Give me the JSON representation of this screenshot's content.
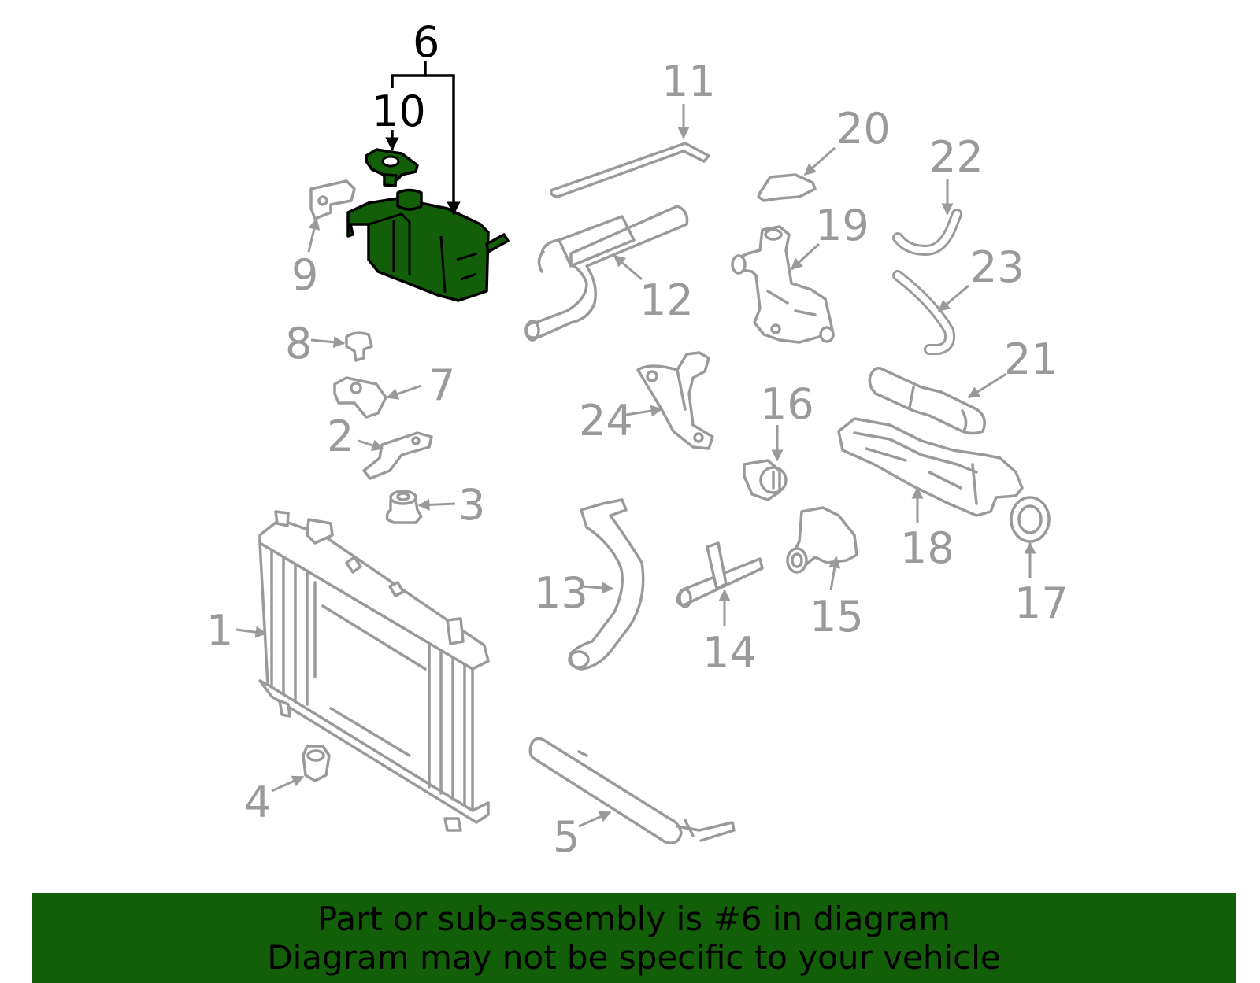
{
  "colors": {
    "highlight": "#125e09",
    "parts": "#9a9a9a",
    "ink": "#000000",
    "background": "#ffffff"
  },
  "highlighted_part": "6",
  "callouts": {
    "c1": "1",
    "c2": "2",
    "c3": "3",
    "c4": "4",
    "c5": "5",
    "c6": "6",
    "c7": "7",
    "c8": "8",
    "c9": "9",
    "c10": "10",
    "c11": "11",
    "c12": "12",
    "c13": "13",
    "c14": "14",
    "c15": "15",
    "c16": "16",
    "c17": "17",
    "c18": "18",
    "c19": "19",
    "c20": "20",
    "c21": "21",
    "c22": "22",
    "c23": "23",
    "c24": "24"
  },
  "banner": {
    "line1": "Part or sub-assembly is #6 in diagram",
    "line2": "Diagram may not be specific to your vehicle"
  }
}
